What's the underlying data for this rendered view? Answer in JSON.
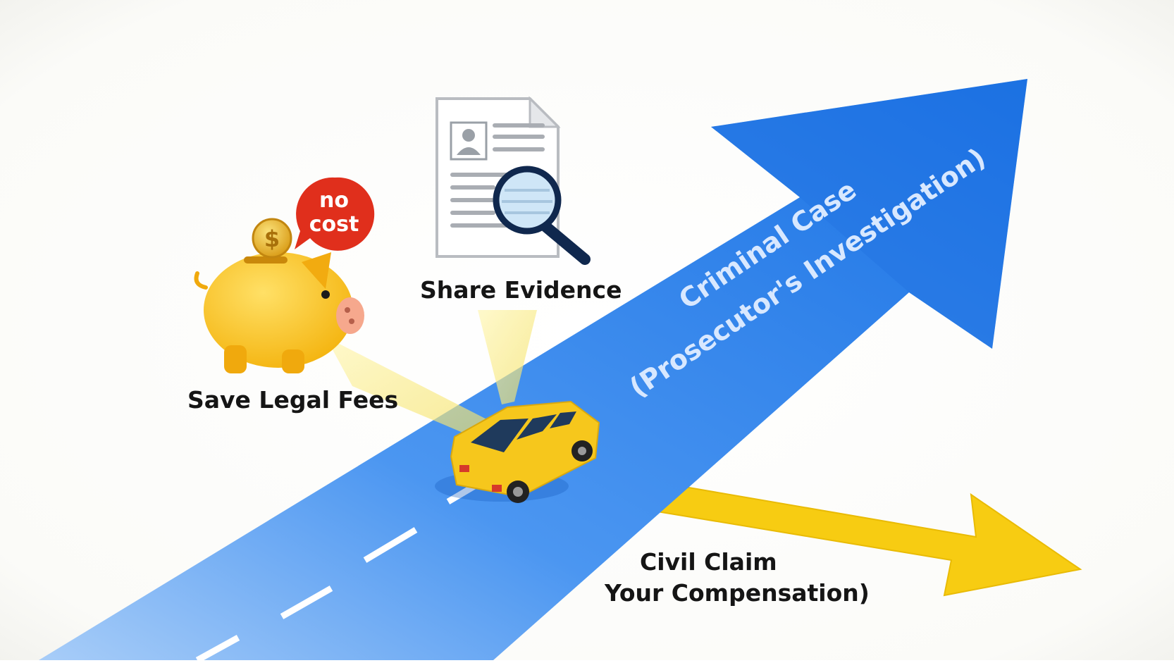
{
  "diagram": {
    "criminal_arrow": {
      "line1": "Criminal Case",
      "line2": "(Prosecutor's Investigation)",
      "color": "#1f78e6"
    },
    "civil_arrow": {
      "line1": "Civil Claim",
      "line2": "Your Compensation)",
      "color": "#f7cc12"
    },
    "benefits": [
      {
        "icon": "piggy-bank-icon",
        "badge": [
          "no",
          "cost"
        ],
        "label": "Save Legal Fees",
        "badge_color": "#e02f1c"
      },
      {
        "icon": "document-magnifier-icon",
        "label": "Share Evidence"
      }
    ],
    "coin_symbol": "$",
    "vehicle_icon": "car-icon",
    "colors": {
      "road": "#3e8ef0",
      "piggy": "#f9c21a",
      "car": "#f6c71c"
    }
  }
}
